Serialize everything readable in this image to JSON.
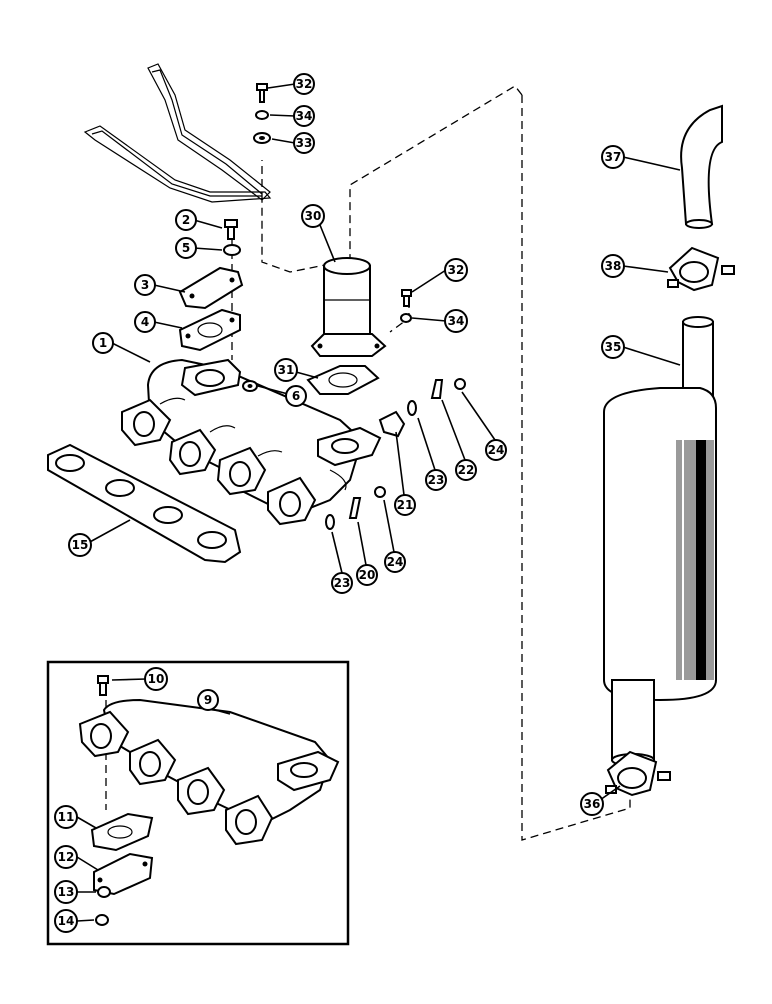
{
  "callouts": {
    "c1": "1",
    "c2": "2",
    "c3": "3",
    "c4": "4",
    "c5": "5",
    "c6": "6",
    "c9": "9",
    "c10": "10",
    "c11": "11",
    "c12": "12",
    "c13": "13",
    "c14": "14",
    "c15": "15",
    "c20": "20",
    "c21": "21",
    "c22": "22",
    "c23a": "23",
    "c23b": "23",
    "c24a": "24",
    "c24b": "24",
    "c30": "30",
    "c31": "31",
    "c32a": "32",
    "c32b": "32",
    "c33": "33",
    "c34a": "34",
    "c34b": "34",
    "c35": "35",
    "c36": "36",
    "c37": "37",
    "c38": "38"
  }
}
